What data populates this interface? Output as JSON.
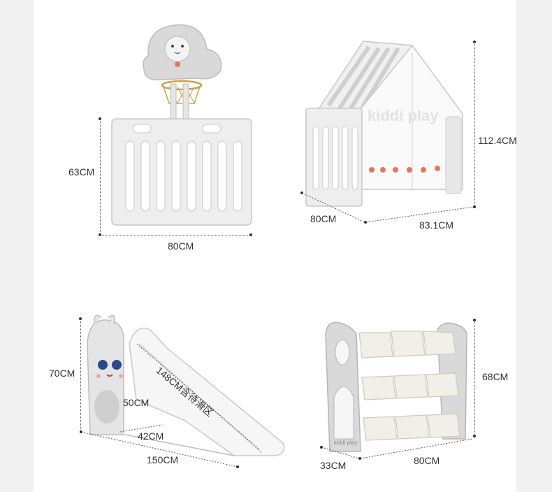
{
  "products": {
    "basketball_gate": {
      "height": "63CM",
      "width": "80CM"
    },
    "playhouse": {
      "height": "112.4CM",
      "depth": "80CM",
      "width": "83.1CM",
      "brand": "kiddi play"
    },
    "slide": {
      "height": "70CM",
      "slide_length": "148CM含待滑区",
      "inner_width": "50CM",
      "step_width": "42CM",
      "total_length": "150CM"
    },
    "toy_shelf": {
      "height": "68CM",
      "depth": "33CM",
      "width": "80CM",
      "brand": "kiddi play"
    }
  },
  "colors": {
    "background": "#ffffff",
    "side": "#f1f1f1",
    "panel": "#eeeeee",
    "gray": "#9a9a9a",
    "accent": "#e07a5f",
    "dot": "#333333"
  }
}
